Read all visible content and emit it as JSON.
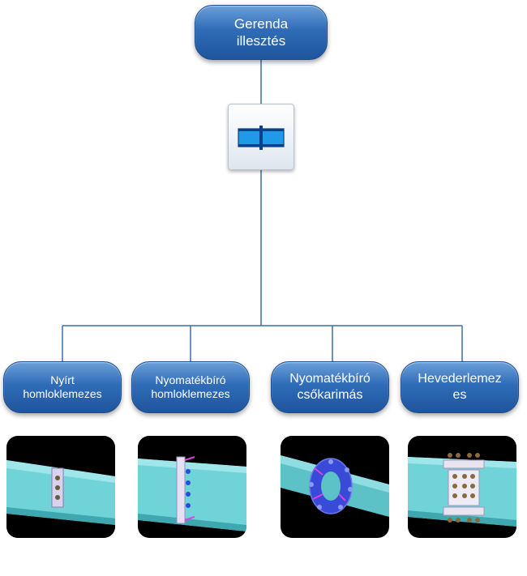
{
  "root": {
    "label": "Gerenda\nillesztés"
  },
  "icon": {
    "name": "beam-splice-icon"
  },
  "children": [
    {
      "label": "Nyírt\nhomloklemezes"
    },
    {
      "label": "Nyomatékbíró\nhomloklemezes"
    },
    {
      "label": "Nyomatékbíró\ncsőkarimás"
    },
    {
      "label": "Hevederlemez\nes"
    }
  ],
  "colors": {
    "box": "#2f6cb8",
    "line": "#3a6ea8",
    "beam": "#6fd3d8"
  }
}
